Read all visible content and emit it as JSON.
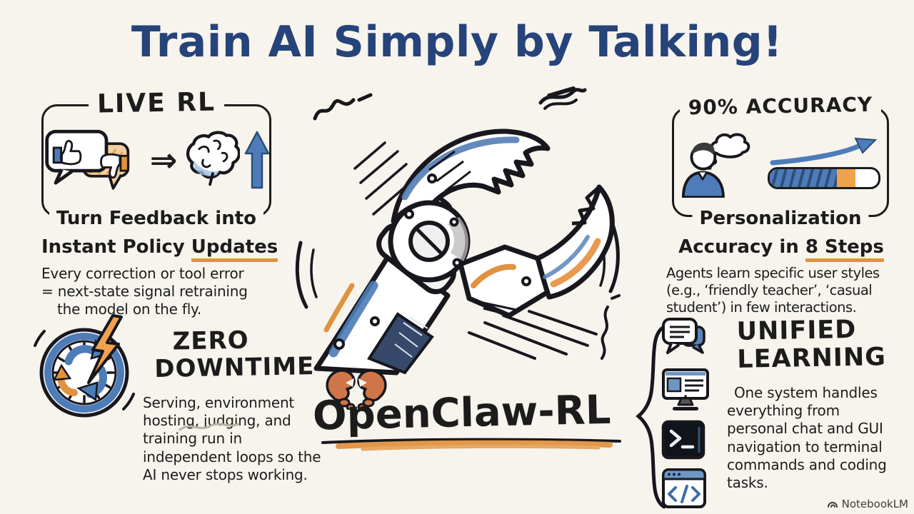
{
  "colors": {
    "background": "#f6f4ed",
    "ink": "#1c1c1c",
    "navy": "#26437a",
    "blue": "#4d7cb8",
    "blue-dark": "#2e4f7d",
    "light-blue": "#9cc0e2",
    "orange": "#e0923f",
    "crab": "#d0744a",
    "watermark-gray": "#3d3d3d"
  },
  "header": {
    "title": "Train AI Simply by Talking!"
  },
  "glyphs": {
    "double_arrow": "⇒"
  },
  "sections": {
    "live_rl": {
      "heading": "LIVE RL",
      "caption_line1": "Turn Feedback into",
      "caption_line2_prefix": "Instant Policy ",
      "caption_line2_underlined": "Updates",
      "body_lines": [
        "Every correction or tool error",
        "= next-state signal retraining",
        "the model on the fly."
      ],
      "icons": [
        "thumbs-feedback-bubbles",
        "double-arrow",
        "brain",
        "up-arrow"
      ]
    },
    "accuracy": {
      "heading": "90% ACCURACY",
      "caption_line1": "Personalization",
      "caption_line2_prefix": "Accuracy in ",
      "caption_line2_underlined": "8 Steps",
      "body_lines": [
        "Agents learn specific user styles",
        "(e.g., ‘friendly teacher’, ‘casual",
        "student’) in few interactions."
      ],
      "progress_bar": {
        "blue_pct": 62,
        "orange_pct": 17
      },
      "icons": [
        "person-thinking",
        "rising-arrow",
        "progress-bar"
      ]
    },
    "zero_downtime": {
      "heading_line1": "ZERO",
      "heading_line2": "DOWNTIME",
      "body_lines": [
        "Serving, environment",
        "hosting, judging, and",
        "training run in",
        "independent loops so the",
        "AI never stops working."
      ],
      "icons": [
        "clock-sync-arrows",
        "lightning-bolt"
      ]
    },
    "unified_learning": {
      "heading_line1": "UNIFIED",
      "heading_line2": "LEARNING",
      "body_lines": [
        "One system handles",
        "everything from",
        "personal chat and GUI",
        "navigation to terminal",
        "commands and coding",
        "tasks."
      ],
      "icons": [
        "chat-bubbles",
        "gui-monitor",
        "terminal",
        "code-window"
      ]
    },
    "center": {
      "product_name": "OpenClaw-RL",
      "mascot": "crab-claws"
    }
  },
  "footer": {
    "watermark": "NotebookLM"
  }
}
